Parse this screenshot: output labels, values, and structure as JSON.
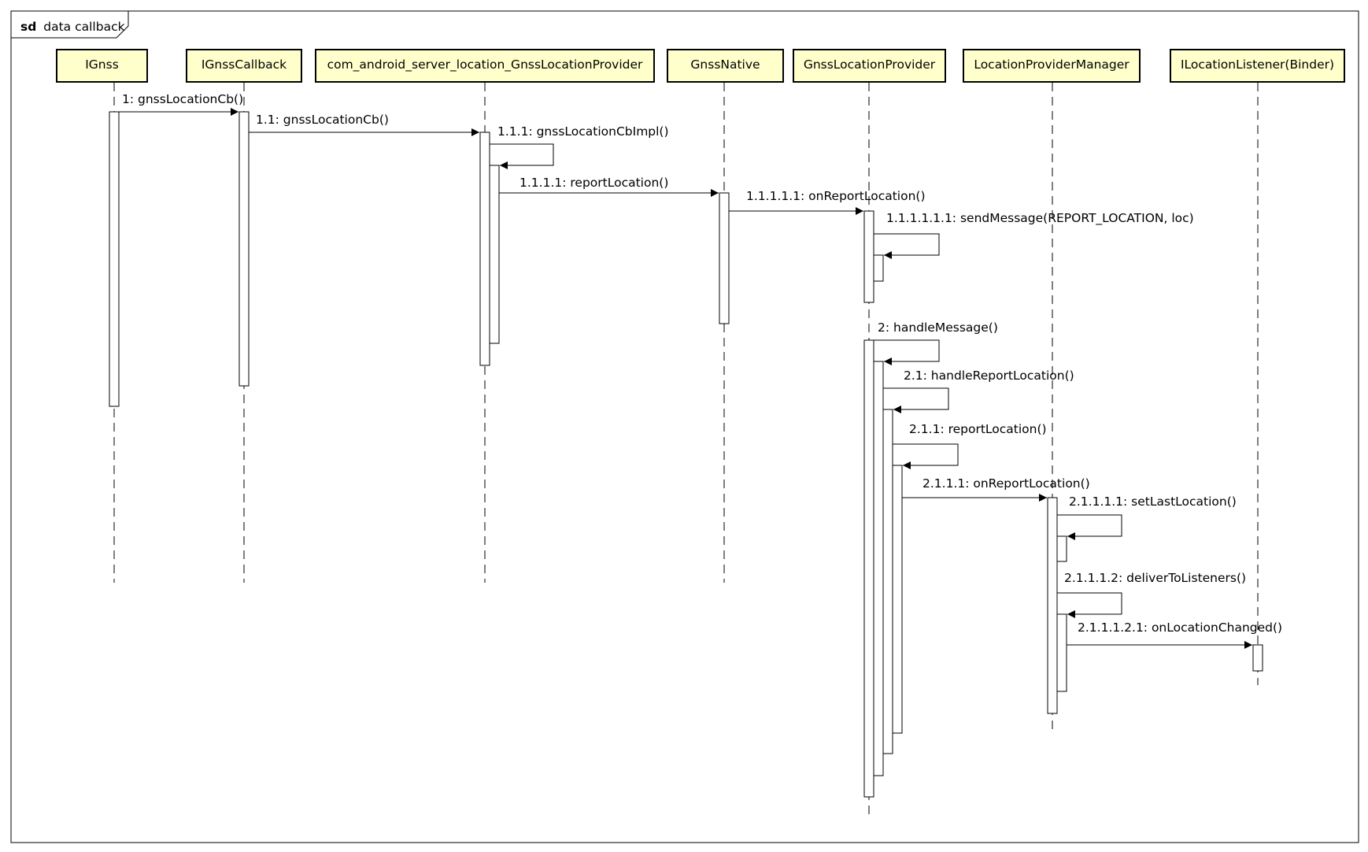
{
  "frame": {
    "tag": "sd",
    "name": "data callback"
  },
  "participants": [
    {
      "id": "ignss",
      "name": "IGnss"
    },
    {
      "id": "ignsscb",
      "name": "IGnssCallback"
    },
    {
      "id": "jni",
      "name": "com_android_server_location_GnssLocationProvider"
    },
    {
      "id": "native",
      "name": "GnssNative"
    },
    {
      "id": "glp",
      "name": "GnssLocationProvider"
    },
    {
      "id": "lpm",
      "name": "LocationProviderManager"
    },
    {
      "id": "listener",
      "name": "ILocationListener(Binder)"
    }
  ],
  "messages": [
    {
      "id": "m1",
      "from": "ignss",
      "to": "ignsscb",
      "label": "1: gnssLocationCb()"
    },
    {
      "id": "m1_1",
      "from": "ignsscb",
      "to": "jni",
      "label": "1.1: gnssLocationCb()"
    },
    {
      "id": "m1_1_1",
      "from": "jni",
      "to": "jni",
      "label": "1.1.1: gnssLocationCbImpl()"
    },
    {
      "id": "m1_1_1_1",
      "from": "jni",
      "to": "native",
      "label": "1.1.1.1: reportLocation()"
    },
    {
      "id": "m1_1_1_1_1",
      "from": "native",
      "to": "glp",
      "label": "1.1.1.1.1: onReportLocation()"
    },
    {
      "id": "m1_1_1_1_1_1",
      "from": "glp",
      "to": "glp",
      "label": "1.1.1.1.1.1: sendMessage(REPORT_LOCATION, loc)"
    },
    {
      "id": "m2",
      "from": "glp",
      "to": "glp",
      "label": "2: handleMessage()"
    },
    {
      "id": "m2_1",
      "from": "glp",
      "to": "glp",
      "label": "2.1: handleReportLocation()"
    },
    {
      "id": "m2_1_1",
      "from": "glp",
      "to": "glp",
      "label": "2.1.1: reportLocation()"
    },
    {
      "id": "m2_1_1_1",
      "from": "glp",
      "to": "lpm",
      "label": "2.1.1.1: onReportLocation()"
    },
    {
      "id": "m2_1_1_1_1",
      "from": "lpm",
      "to": "lpm",
      "label": "2.1.1.1.1: setLastLocation()"
    },
    {
      "id": "m2_1_1_1_2",
      "from": "lpm",
      "to": "lpm",
      "label": "2.1.1.1.2: deliverToListeners()"
    },
    {
      "id": "m2_1_1_1_2_1",
      "from": "lpm",
      "to": "listener",
      "label": "2.1.1.1.2.1: onLocationChanged()"
    }
  ],
  "colors": {
    "participant_fill": "#ffffcc",
    "line": "#000000",
    "activation_fill": "#ffffff"
  }
}
